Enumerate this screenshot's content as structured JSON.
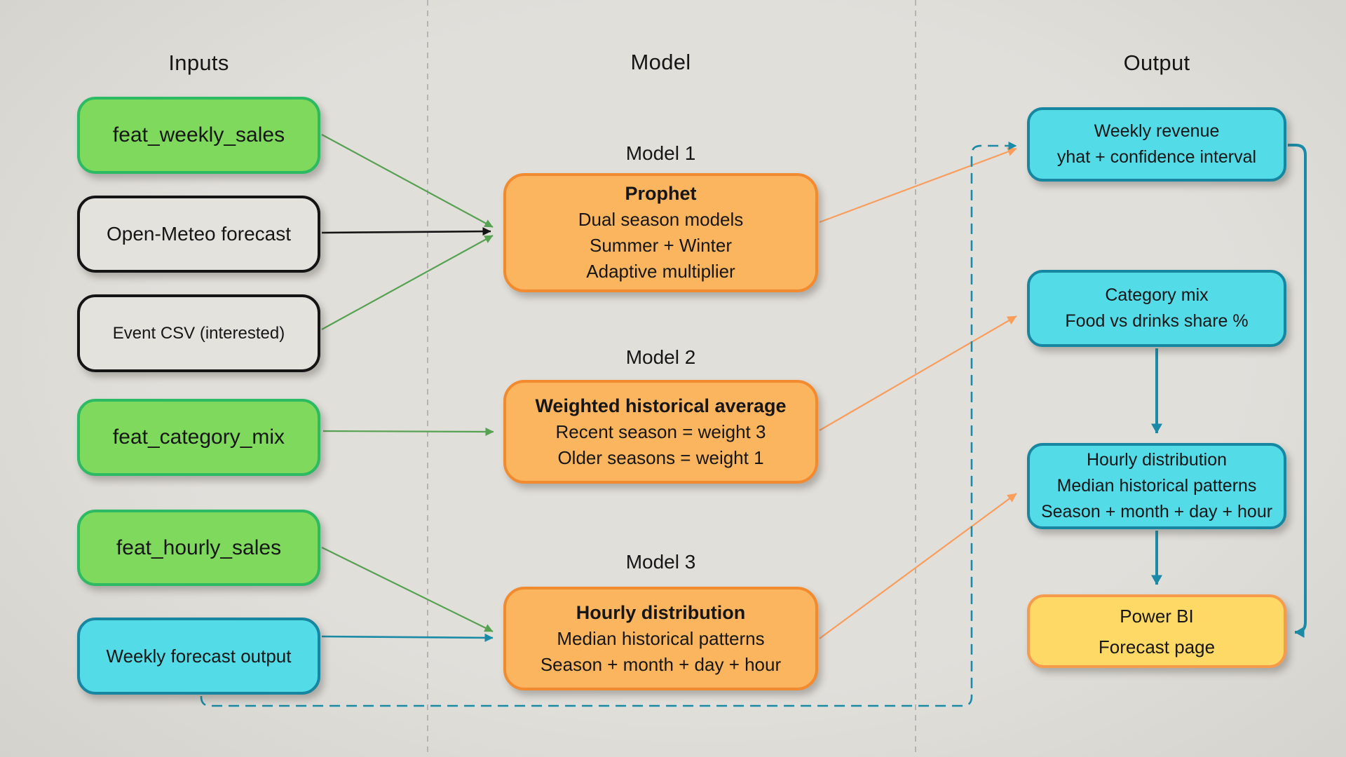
{
  "headers": {
    "inputs": "Inputs",
    "model": "Model",
    "output": "Output"
  },
  "nodes": {
    "feat_weekly_sales": {
      "label": "feat_weekly_sales"
    },
    "open_meteo_forecast": {
      "label": "Open-Meteo forecast"
    },
    "event_csv": {
      "label": "Event CSV (interested)"
    },
    "feat_category_mix": {
      "label": "feat_category_mix"
    },
    "feat_hourly_sales": {
      "label": "feat_hourly_sales"
    },
    "weekly_forecast_output": {
      "label": "Weekly forecast output"
    },
    "model_1": {
      "label": "Model 1",
      "title": "Prophet",
      "line1": "Dual season models",
      "line2": "Summer + Winter",
      "line3": "Adaptive multiplier"
    },
    "model_2": {
      "label": "Model 2",
      "title": "Weighted historical average",
      "line1": "Recent season = weight 3",
      "line2": "Older seasons = weight 1"
    },
    "model_3": {
      "label": "Model 3",
      "title": "Hourly distribution",
      "line1": "Median historical patterns",
      "line2": "Season + month + day + hour"
    },
    "weekly_revenue": {
      "line1": "Weekly revenue",
      "line2": "yhat + confidence interval"
    },
    "category_mix": {
      "line1": "Category mix",
      "line2": "Food vs drinks share %"
    },
    "hourly_distribution": {
      "line1": "Hourly distribution",
      "line2": "Median historical patterns",
      "line3": "Season + month + day + hour"
    },
    "power_bi": {
      "line1": "Power BI",
      "line2": "Forecast page"
    }
  },
  "edges": [
    {
      "from": "feat_weekly_sales",
      "to": "model_1",
      "color": "green",
      "style": "solid"
    },
    {
      "from": "open_meteo_forecast",
      "to": "model_1",
      "color": "black",
      "style": "solid"
    },
    {
      "from": "event_csv",
      "to": "model_1",
      "color": "green",
      "style": "solid"
    },
    {
      "from": "feat_category_mix",
      "to": "model_2",
      "color": "green",
      "style": "solid"
    },
    {
      "from": "feat_hourly_sales",
      "to": "model_3",
      "color": "green",
      "style": "solid"
    },
    {
      "from": "weekly_forecast_output",
      "to": "model_3",
      "color": "teal",
      "style": "solid"
    },
    {
      "from": "model_1",
      "to": "weekly_revenue",
      "color": "orange",
      "style": "solid"
    },
    {
      "from": "model_2",
      "to": "category_mix",
      "color": "orange",
      "style": "solid"
    },
    {
      "from": "model_3",
      "to": "hourly_distribution",
      "color": "orange",
      "style": "solid"
    },
    {
      "from": "category_mix",
      "to": "hourly_distribution",
      "color": "teal",
      "style": "solid"
    },
    {
      "from": "hourly_distribution",
      "to": "power_bi",
      "color": "teal",
      "style": "solid"
    },
    {
      "from": "weekly_revenue",
      "to": "power_bi",
      "color": "teal",
      "style": "solid"
    },
    {
      "from": "weekly_forecast_output",
      "to": "weekly_revenue",
      "color": "teal",
      "style": "dashed"
    }
  ],
  "colors": {
    "bg": "#e1dfda",
    "bg_edge": "#d3d1cb",
    "text": "#161616",
    "green_fill": "#7ed95c",
    "green_border": "#2cba62",
    "plain_fill": "#e4e2dd",
    "plain_border": "#141414",
    "orange_fill": "#fbb55e",
    "orange_border": "#f28b30",
    "cyan_fill": "#54dbe8",
    "cyan_border": "#1786a0",
    "yellow_fill": "#ffd966",
    "yellow_border": "#f69b4b",
    "arrow_green": "#56a152",
    "arrow_black": "#141414",
    "arrow_teal": "#1a8aa6",
    "arrow_orange": "#f89d5c",
    "separator": "#ababab"
  }
}
